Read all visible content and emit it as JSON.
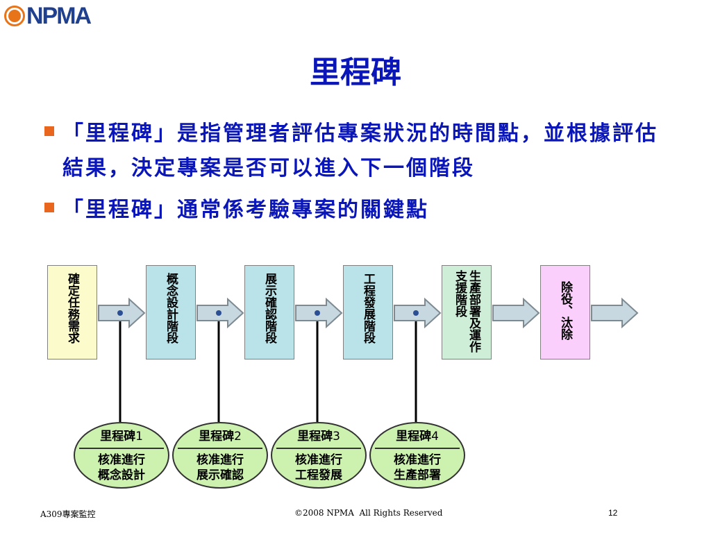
{
  "logo": {
    "text": "NPMA"
  },
  "title": "里程碑",
  "bullets": [
    "「里程碑」是指管理者評估專案狀況的時間點，並根據評估結果，決定專案是否可以進入下一個階段",
    "「里程碑」通常係考驗專案的關鍵點"
  ],
  "diagram": {
    "phases": [
      {
        "label": "確定任務需求",
        "color": "#fbfbcc"
      },
      {
        "label": "概念設計階段",
        "color": "#b9e3e8"
      },
      {
        "label": "展示確認階段",
        "color": "#b9e3e8"
      },
      {
        "label": "工程發展階段",
        "color": "#b9e3e8"
      },
      {
        "label": "生產部署及運作支援階段",
        "color": "#cfeed8"
      },
      {
        "label": "除役、汰除",
        "color": "#fbcffb"
      }
    ],
    "milestones": [
      {
        "name": "里程碑",
        "num": "1",
        "line1": "核准進行",
        "line2": "概念設計"
      },
      {
        "name": "里程碑",
        "num": "2",
        "line1": "核准進行",
        "line2": "展示確認"
      },
      {
        "name": "里程碑",
        "num": "3",
        "line1": "核准進行",
        "line2": "工程發展"
      },
      {
        "name": "里程碑",
        "num": "4",
        "line1": "核准進行",
        "line2": "生產部署"
      }
    ],
    "milestone_color": "#cdf2b0"
  },
  "footer": {
    "left": "A309專案監控",
    "center": "©2008 NPMA  All Rights Reserved",
    "page": "12"
  },
  "colors": {
    "title": "#0a16b8",
    "bullet": "#e8661e",
    "text": "#0a16b8"
  }
}
